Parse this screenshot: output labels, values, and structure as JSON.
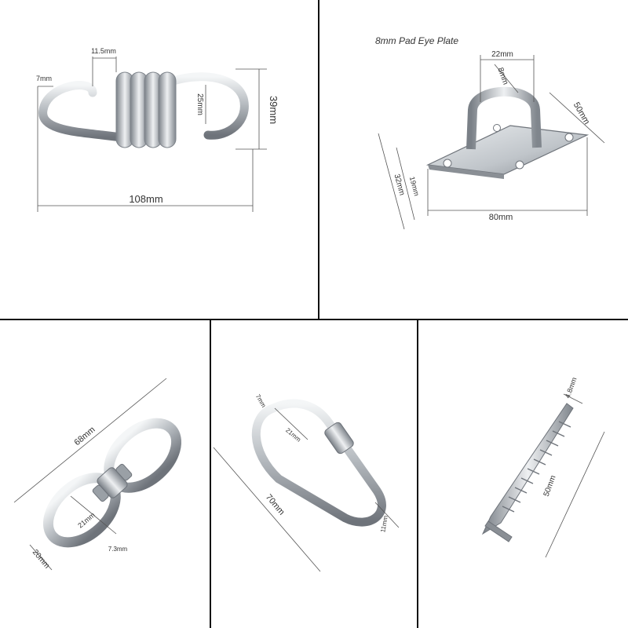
{
  "colors": {
    "background": "#ffffff",
    "divider": "#111111",
    "steel_light": "#e6e9ec",
    "steel_mid": "#b4b9be",
    "steel_dark": "#6e737a",
    "dimension": "#444444"
  },
  "spring": {
    "label_width": "108mm",
    "label_height": "39mm",
    "label_inner": "25mm",
    "label_hook_gap": "11.5mm",
    "label_wire": "7mm"
  },
  "eye_plate": {
    "title": "8mm Pad Eye Plate",
    "label_top": "22mm",
    "label_hole": "8mm",
    "label_side": "50mm",
    "label_height": "32mm",
    "label_inner": "19mm",
    "label_width": "80mm"
  },
  "swivel": {
    "label_length": "68mm",
    "label_inner": "21mm",
    "label_width": "20mm",
    "label_wire": "7.3mm"
  },
  "carabiner": {
    "label_wire": "7mm",
    "label_inner": "21mm",
    "label_length": "70mm",
    "label_end": "11mm"
  },
  "screw": {
    "label_diameter": "4.8mm",
    "label_length": "50mm"
  }
}
